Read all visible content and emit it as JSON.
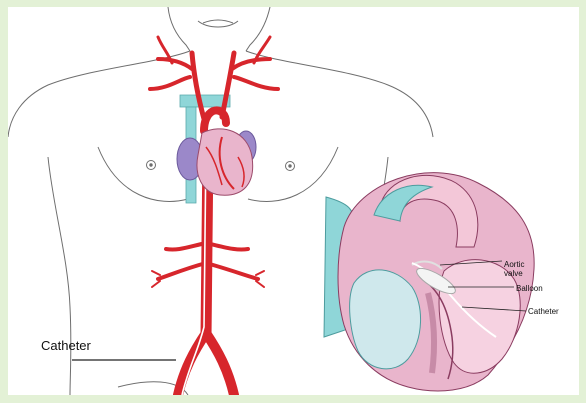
{
  "labels": {
    "catheter_main": "Catheter",
    "aortic_valve_line1": "Aortic",
    "aortic_valve_line2": "valve",
    "balloon": "Balloon",
    "catheter_inset": "Catheter"
  },
  "colors": {
    "page_background": "#e3f1d6",
    "artery": "#d7262c",
    "vein": "#8fd6d8",
    "heart": "#e9b5cc",
    "atrium": "#9b88c9",
    "skin_outline": "#6e6e6e"
  }
}
